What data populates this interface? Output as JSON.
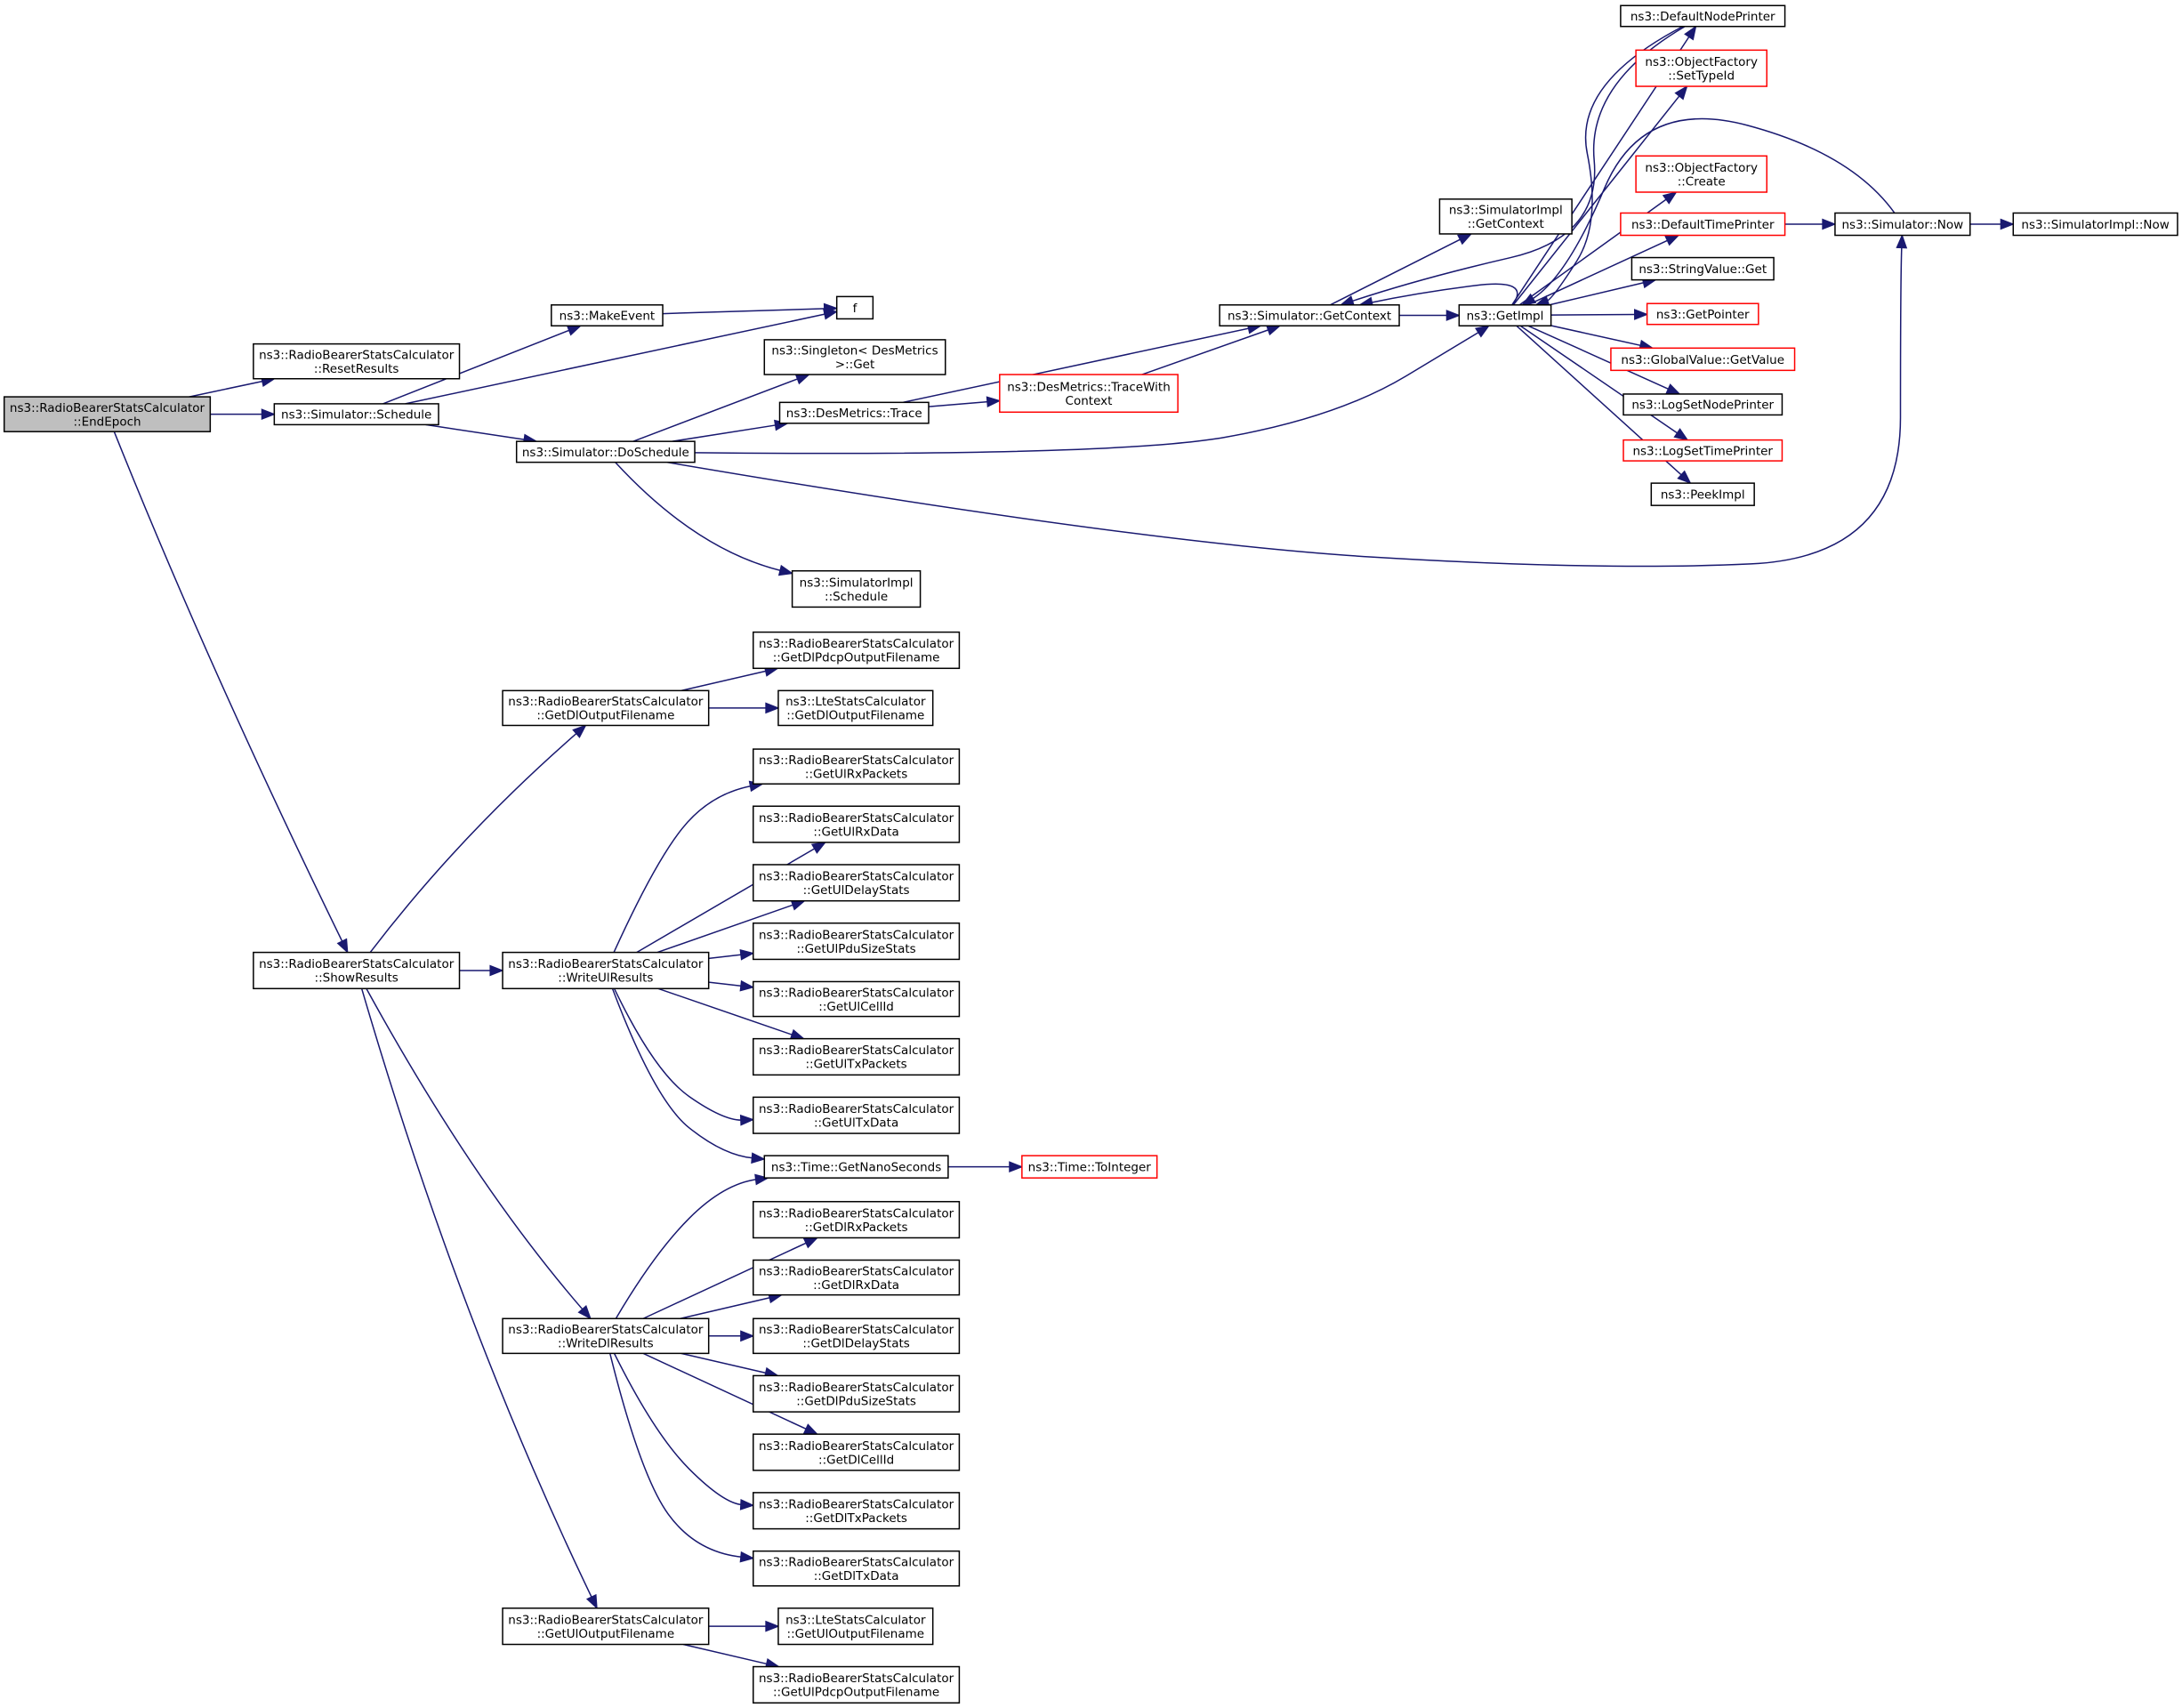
{
  "diagram": {
    "nodes": [
      {
        "id": "endepoch",
        "lines": [
          "ns3::RadioBearerStatsCalculator",
          "::EndEpoch"
        ],
        "style": "grey"
      },
      {
        "id": "resetresults",
        "lines": [
          "ns3::RadioBearerStatsCalculator",
          "::ResetResults"
        ],
        "style": "black"
      },
      {
        "id": "sim_schedule",
        "lines": [
          "ns3::Simulator::Schedule"
        ],
        "style": "black"
      },
      {
        "id": "makeevent",
        "lines": [
          "ns3::MakeEvent"
        ],
        "style": "black"
      },
      {
        "id": "f",
        "lines": [
          "f"
        ],
        "style": "black"
      },
      {
        "id": "doschedule",
        "lines": [
          "ns3::Simulator::DoSchedule"
        ],
        "style": "black"
      },
      {
        "id": "singleton_get",
        "lines": [
          "ns3::Singleton< DesMetrics",
          ">::Get"
        ],
        "style": "black"
      },
      {
        "id": "desmetrics_trace",
        "lines": [
          "ns3::DesMetrics::Trace"
        ],
        "style": "black"
      },
      {
        "id": "tracewithcontext",
        "lines": [
          "ns3::DesMetrics::TraceWith",
          "Context"
        ],
        "style": "red"
      },
      {
        "id": "simimpl_schedule",
        "lines": [
          "ns3::SimulatorImpl",
          "::Schedule"
        ],
        "style": "black"
      },
      {
        "id": "sim_getcontext",
        "lines": [
          "ns3::Simulator::GetContext"
        ],
        "style": "black"
      },
      {
        "id": "simimpl_getcontext",
        "lines": [
          "ns3::SimulatorImpl",
          "::GetContext"
        ],
        "style": "black"
      },
      {
        "id": "getimpl",
        "lines": [
          "ns3::GetImpl"
        ],
        "style": "black"
      },
      {
        "id": "defaultnodeprinter",
        "lines": [
          "ns3::DefaultNodePrinter"
        ],
        "style": "black"
      },
      {
        "id": "objfactory_settypeid",
        "lines": [
          "ns3::ObjectFactory",
          "::SetTypeId"
        ],
        "style": "red"
      },
      {
        "id": "objfactory_create",
        "lines": [
          "ns3::ObjectFactory",
          "::Create"
        ],
        "style": "red"
      },
      {
        "id": "defaulttimeprinter",
        "lines": [
          "ns3::DefaultTimePrinter"
        ],
        "style": "red"
      },
      {
        "id": "stringvalue_get",
        "lines": [
          "ns3::StringValue::Get"
        ],
        "style": "black"
      },
      {
        "id": "getpointer",
        "lines": [
          "ns3::GetPointer"
        ],
        "style": "red"
      },
      {
        "id": "globalvalue_getvalue",
        "lines": [
          "ns3::GlobalValue::GetValue"
        ],
        "style": "red"
      },
      {
        "id": "logsetnodeprinter",
        "lines": [
          "ns3::LogSetNodePrinter"
        ],
        "style": "black"
      },
      {
        "id": "logsettimeprinter",
        "lines": [
          "ns3::LogSetTimePrinter"
        ],
        "style": "red"
      },
      {
        "id": "peekimpl",
        "lines": [
          "ns3::PeekImpl"
        ],
        "style": "black"
      },
      {
        "id": "sim_now",
        "lines": [
          "ns3::Simulator::Now"
        ],
        "style": "black"
      },
      {
        "id": "simimpl_now",
        "lines": [
          "ns3::SimulatorImpl::Now"
        ],
        "style": "black"
      },
      {
        "id": "getdloutputfilename",
        "lines": [
          "ns3::RadioBearerStatsCalculator",
          "::GetDlOutputFilename"
        ],
        "style": "black"
      },
      {
        "id": "getdlpdcpoutputfilename",
        "lines": [
          "ns3::RadioBearerStatsCalculator",
          "::GetDlPdcpOutputFilename"
        ],
        "style": "black"
      },
      {
        "id": "lte_getdloutputfilename",
        "lines": [
          "ns3::LteStatsCalculator",
          "::GetDlOutputFilename"
        ],
        "style": "black"
      },
      {
        "id": "getulrxpackets",
        "lines": [
          "ns3::RadioBearerStatsCalculator",
          "::GetUlRxPackets"
        ],
        "style": "black"
      },
      {
        "id": "getulrxdata",
        "lines": [
          "ns3::RadioBearerStatsCalculator",
          "::GetUlRxData"
        ],
        "style": "black"
      },
      {
        "id": "getuldelaystats",
        "lines": [
          "ns3::RadioBearerStatsCalculator",
          "::GetUlDelayStats"
        ],
        "style": "black"
      },
      {
        "id": "getulpdusizestats",
        "lines": [
          "ns3::RadioBearerStatsCalculator",
          "::GetUlPduSizeStats"
        ],
        "style": "black"
      },
      {
        "id": "showresults",
        "lines": [
          "ns3::RadioBearerStatsCalculator",
          "::ShowResults"
        ],
        "style": "black"
      },
      {
        "id": "writeulresults",
        "lines": [
          "ns3::RadioBearerStatsCalculator",
          "::WriteUlResults"
        ],
        "style": "black"
      },
      {
        "id": "getulcellid",
        "lines": [
          "ns3::RadioBearerStatsCalculator",
          "::GetUlCellId"
        ],
        "style": "black"
      },
      {
        "id": "getultxpackets",
        "lines": [
          "ns3::RadioBearerStatsCalculator",
          "::GetUlTxPackets"
        ],
        "style": "black"
      },
      {
        "id": "getultxdata",
        "lines": [
          "ns3::RadioBearerStatsCalculator",
          "::GetUlTxData"
        ],
        "style": "black"
      },
      {
        "id": "getnanoseconds",
        "lines": [
          "ns3::Time::GetNanoSeconds"
        ],
        "style": "black"
      },
      {
        "id": "time_tointeger",
        "lines": [
          "ns3::Time::ToInteger"
        ],
        "style": "red"
      },
      {
        "id": "getdlrxpackets",
        "lines": [
          "ns3::RadioBearerStatsCalculator",
          "::GetDlRxPackets"
        ],
        "style": "black"
      },
      {
        "id": "getdlrxdata",
        "lines": [
          "ns3::RadioBearerStatsCalculator",
          "::GetDlRxData"
        ],
        "style": "black"
      },
      {
        "id": "writedlresults",
        "lines": [
          "ns3::RadioBearerStatsCalculator",
          "::WriteDlResults"
        ],
        "style": "black"
      },
      {
        "id": "getdldelaystats",
        "lines": [
          "ns3::RadioBearerStatsCalculator",
          "::GetDlDelayStats"
        ],
        "style": "black"
      },
      {
        "id": "getdlpdusizestats",
        "lines": [
          "ns3::RadioBearerStatsCalculator",
          "::GetDlPduSizeStats"
        ],
        "style": "black"
      },
      {
        "id": "getdlcellid",
        "lines": [
          "ns3::RadioBearerStatsCalculator",
          "::GetDlCellId"
        ],
        "style": "black"
      },
      {
        "id": "getdltxpackets",
        "lines": [
          "ns3::RadioBearerStatsCalculator",
          "::GetDlTxPackets"
        ],
        "style": "black"
      },
      {
        "id": "getdltxdata",
        "lines": [
          "ns3::RadioBearerStatsCalculator",
          "::GetDlTxData"
        ],
        "style": "black"
      },
      {
        "id": "getuloutputfilename",
        "lines": [
          "ns3::RadioBearerStatsCalculator",
          "::GetUlOutputFilename"
        ],
        "style": "black"
      },
      {
        "id": "lte_getuloutputfilename",
        "lines": [
          "ns3::LteStatsCalculator",
          "::GetUlOutputFilename"
        ],
        "style": "black"
      },
      {
        "id": "getulpdcpoutputfilename",
        "lines": [
          "ns3::RadioBearerStatsCalculator",
          "::GetUlPdcpOutputFilename"
        ],
        "style": "black"
      }
    ],
    "edges": [
      [
        "endepoch",
        "resetresults"
      ],
      [
        "endepoch",
        "sim_schedule"
      ],
      [
        "endepoch",
        "showresults"
      ],
      [
        "sim_schedule",
        "makeevent"
      ],
      [
        "sim_schedule",
        "f"
      ],
      [
        "sim_schedule",
        "doschedule"
      ],
      [
        "makeevent",
        "f"
      ],
      [
        "doschedule",
        "singleton_get"
      ],
      [
        "doschedule",
        "desmetrics_trace"
      ],
      [
        "doschedule",
        "getimpl"
      ],
      [
        "doschedule",
        "sim_now"
      ],
      [
        "doschedule",
        "simimpl_schedule"
      ],
      [
        "desmetrics_trace",
        "sim_getcontext"
      ],
      [
        "desmetrics_trace",
        "tracewithcontext"
      ],
      [
        "tracewithcontext",
        "sim_getcontext"
      ],
      [
        "sim_getcontext",
        "simimpl_getcontext"
      ],
      [
        "sim_getcontext",
        "getimpl"
      ],
      [
        "getimpl",
        "defaultnodeprinter"
      ],
      [
        "getimpl",
        "objfactory_settypeid"
      ],
      [
        "getimpl",
        "objfactory_create"
      ],
      [
        "getimpl",
        "defaulttimeprinter"
      ],
      [
        "getimpl",
        "stringvalue_get"
      ],
      [
        "getimpl",
        "getpointer"
      ],
      [
        "getimpl",
        "globalvalue_getvalue"
      ],
      [
        "getimpl",
        "logsetnodeprinter"
      ],
      [
        "getimpl",
        "logsettimeprinter"
      ],
      [
        "getimpl",
        "peekimpl"
      ],
      [
        "getimpl",
        "sim_getcontext"
      ],
      [
        "defaultnodeprinter",
        "sim_getcontext"
      ],
      [
        "defaultnodeprinter",
        "getimpl"
      ],
      [
        "defaulttimeprinter",
        "sim_now"
      ],
      [
        "sim_now",
        "getimpl"
      ],
      [
        "sim_now",
        "simimpl_now"
      ],
      [
        "showresults",
        "getdloutputfilename"
      ],
      [
        "showresults",
        "writeulresults"
      ],
      [
        "showresults",
        "writedlresults"
      ],
      [
        "showresults",
        "getuloutputfilename"
      ],
      [
        "getdloutputfilename",
        "getdlpdcpoutputfilename"
      ],
      [
        "getdloutputfilename",
        "lte_getdloutputfilename"
      ],
      [
        "writeulresults",
        "getulrxpackets"
      ],
      [
        "writeulresults",
        "getulrxdata"
      ],
      [
        "writeulresults",
        "getuldelaystats"
      ],
      [
        "writeulresults",
        "getulpdusizestats"
      ],
      [
        "writeulresults",
        "getulcellid"
      ],
      [
        "writeulresults",
        "getultxpackets"
      ],
      [
        "writeulresults",
        "getultxdata"
      ],
      [
        "writeulresults",
        "getnanoseconds"
      ],
      [
        "writedlresults",
        "getnanoseconds"
      ],
      [
        "writedlresults",
        "getdlrxpackets"
      ],
      [
        "writedlresults",
        "getdlrxdata"
      ],
      [
        "writedlresults",
        "getdldelaystats"
      ],
      [
        "writedlresults",
        "getdlpdusizestats"
      ],
      [
        "writedlresults",
        "getdlcellid"
      ],
      [
        "writedlresults",
        "getdltxpackets"
      ],
      [
        "writedlresults",
        "getdltxdata"
      ],
      [
        "getnanoseconds",
        "time_tointeger"
      ],
      [
        "getuloutputfilename",
        "lte_getuloutputfilename"
      ],
      [
        "getuloutputfilename",
        "getulpdcpoutputfilename"
      ]
    ]
  },
  "colors": {
    "edge": "#191970",
    "node_border": "#000000",
    "node_border_red": "#ff0000",
    "node_fill": "#ffffff",
    "highlight_fill": "#bfbfbf"
  }
}
